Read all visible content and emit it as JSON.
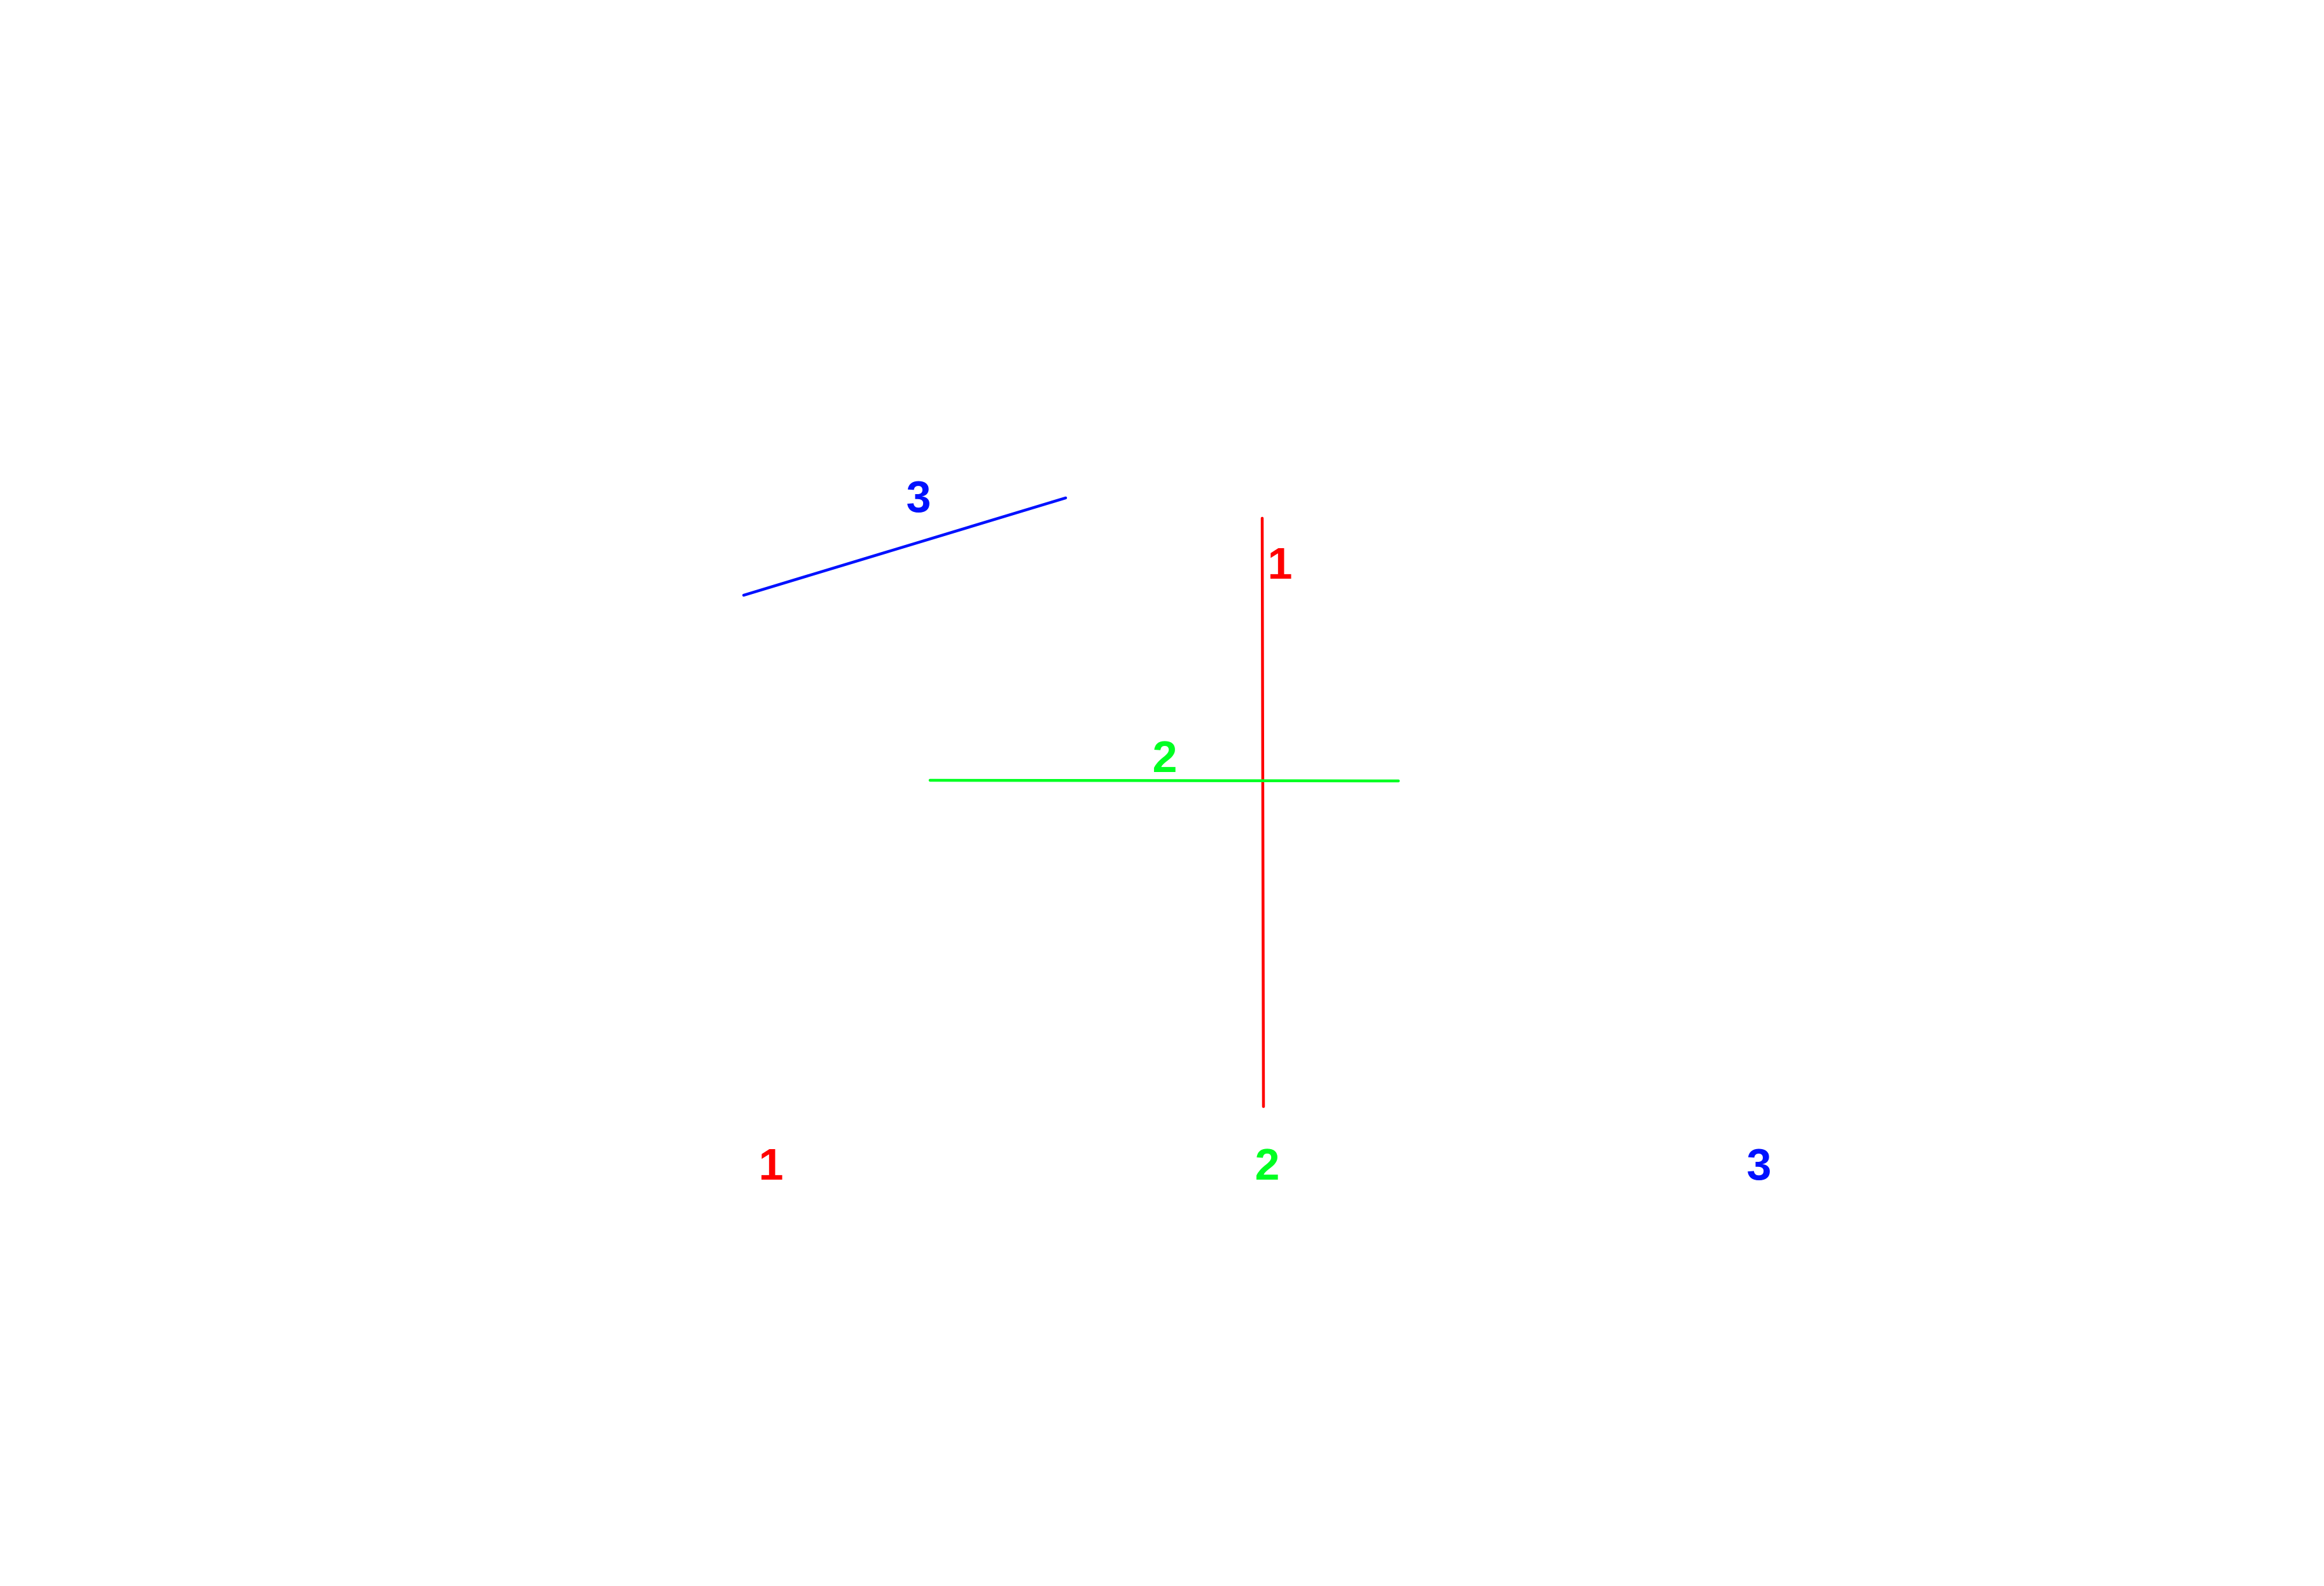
{
  "colors": {
    "red": "#ff0000",
    "green": "#00ff22",
    "blue": "#0011ff"
  },
  "segments": [
    {
      "id": "segment-1",
      "label": "1",
      "color": "red"
    },
    {
      "id": "segment-2",
      "label": "2",
      "color": "green"
    },
    {
      "id": "segment-3",
      "label": "3",
      "color": "blue"
    }
  ],
  "legend": [
    "1",
    "2",
    "3"
  ]
}
